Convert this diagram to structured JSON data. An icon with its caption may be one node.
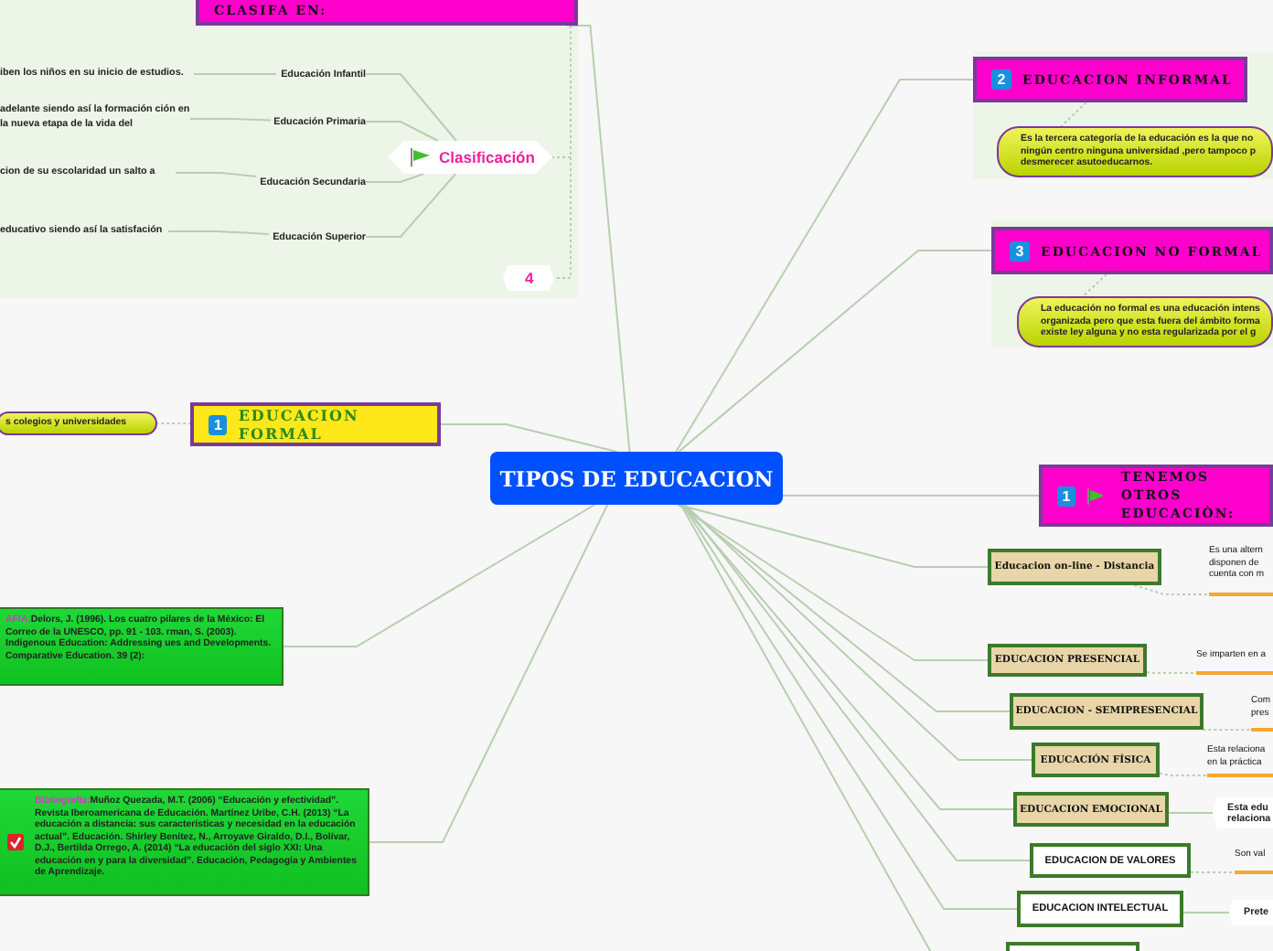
{
  "diagram": {
    "nodes": [
      {
        "text": [
          "TIPOS DE EDUCACION"
        ]
      },
      {
        "text": [
          "CLASIFA EN:"
        ]
      },
      {
        "text": [
          "Clasificación"
        ]
      },
      {
        "text": [
          "Educación Infantil"
        ]
      },
      {
        "text": [
          "Educación Primaria"
        ]
      },
      {
        "text": [
          "Educación Secundaria"
        ]
      },
      {
        "text": [
          "Educación Superior"
        ]
      },
      {
        "text": [
          "iben los niños en su inicio de estudios."
        ]
      },
      {
        "text": [
          "adelante siendo así la formación ción en la nueva etapa de la vida del"
        ]
      },
      {
        "text": [
          "cion de su escolaridad un salto a"
        ]
      },
      {
        "text": [
          "educativo siendo así la satisfación"
        ]
      },
      {
        "text": [
          "4"
        ]
      },
      {
        "text": [
          "1",
          "EDUCACION FORMAL"
        ]
      },
      {
        "text": [
          "s colegios y universidades"
        ]
      },
      {
        "text": [
          "AFIA:",
          "Delors, J. (1996). Los cuatro pilares de la México: El Correo de la UNESCO, pp. 91 - 103. rman, S. (2003). Indigenous Education: Addressing ues and Developments. Comparative Education. 39 (2):"
        ]
      },
      {
        "text": [
          "Bibliografia:",
          "Muñoz Quezada, M.T. (2006) “Educación y efectividad”. Revista Iberoamericana de Educación. Martínez Uribe, C.H. (2013) “La educación a distancia: sus características y necesidad en la educación actual”. Educación. Shirley Benítez, N., Arroyave Giraldo, D.I., Bolívar, D.J., Bertilda Orrego, A. (2014) “La educación del siglo XXI: Una educación en y para la diversidad”. Educación, Pedagogía y Ambientes de Aprendizaje."
        ]
      },
      {
        "text": [
          "2",
          "EDUCACION INFORMAL"
        ]
      },
      {
        "text": [
          "Es la tercera categoría de la educación es la que no ningún centro ninguna universidad ,pero tampoco p desmerecer asutoeducarnos."
        ]
      },
      {
        "text": [
          "3",
          "EDUCACION NO FORMAL"
        ]
      },
      {
        "text": [
          "La educación no formal es una educación intens organizada pero que esta fuera del ámbito forma existe ley alguna y no esta regularizada por el g"
        ]
      },
      {
        "text": [
          "1",
          "TENEMOS OTROS EDUCACIÒN:"
        ]
      },
      {
        "text": [
          "Educacion on-line - Distancia"
        ]
      },
      {
        "text": [
          "Es una altern disponen de cuenta con m"
        ]
      },
      {
        "text": [
          "EDUCACION PRESENCIAL"
        ]
      },
      {
        "text": [
          "Se imparten en a"
        ]
      },
      {
        "text": [
          "EDUCACION - SEMIPRESENCIAL"
        ]
      },
      {
        "text": [
          "Com pres"
        ]
      },
      {
        "text": [
          "EDUCACIÓN FÍSICA"
        ]
      },
      {
        "text": [
          "Esta relaciona en la práctica"
        ]
      },
      {
        "text": [
          "EDUCACION EMOCIONAL"
        ]
      },
      {
        "text": [
          "Esta edu relaciona"
        ]
      },
      {
        "text": [
          "EDUCACION DE VALORES"
        ]
      },
      {
        "text": [
          "Son val"
        ]
      },
      {
        "text": [
          "EDUCACION INTELECTUAL"
        ]
      },
      {
        "text": [
          "Prete"
        ]
      },
      {
        "text": [],
        "shape": "box"
      }
    ],
    "edges": [
      {
        "from": 0,
        "to": 1,
        "arrow": "none"
      },
      {
        "from": 1,
        "to": 2,
        "arrow": "none",
        "style": "dashed"
      },
      {
        "from": 1,
        "to": 11,
        "arrow": "none",
        "style": "dashed"
      },
      {
        "from": 2,
        "to": 3,
        "arrow": "none"
      },
      {
        "from": 2,
        "to": 4,
        "arrow": "none"
      },
      {
        "from": 2,
        "to": 5,
        "arrow": "none"
      },
      {
        "from": 2,
        "to": 6,
        "arrow": "none"
      },
      {
        "from": 3,
        "to": 7,
        "arrow": "none"
      },
      {
        "from": 4,
        "to": 8,
        "arrow": "none"
      },
      {
        "from": 5,
        "to": 9,
        "arrow": "none"
      },
      {
        "from": 6,
        "to": 10,
        "arrow": "none"
      },
      {
        "from": 0,
        "to": 12,
        "arrow": "none"
      },
      {
        "from": 12,
        "to": 13,
        "arrow": "none",
        "style": "dashed"
      },
      {
        "from": 0,
        "to": 14,
        "arrow": "none"
      },
      {
        "from": 0,
        "to": 15,
        "arrow": "none"
      },
      {
        "from": 0,
        "to": 16,
        "arrow": "none"
      },
      {
        "from": 16,
        "to": 17,
        "arrow": "none",
        "style": "dashed"
      },
      {
        "from": 0,
        "to": 18,
        "arrow": "none"
      },
      {
        "from": 18,
        "to": 19,
        "arrow": "none",
        "style": "dashed"
      },
      {
        "from": 0,
        "to": 20,
        "arrow": "none"
      },
      {
        "from": 0,
        "to": 21,
        "arrow": "none"
      },
      {
        "from": 21,
        "to": 22,
        "arrow": "none",
        "style": "dashed"
      },
      {
        "from": 0,
        "to": 23,
        "arrow": "none"
      },
      {
        "from": 23,
        "to": 24,
        "arrow": "none",
        "style": "dashed"
      },
      {
        "from": 0,
        "to": 25,
        "arrow": "none"
      },
      {
        "from": 25,
        "to": 26,
        "arrow": "none",
        "style": "dashed"
      },
      {
        "from": 0,
        "to": 27,
        "arrow": "none"
      },
      {
        "from": 27,
        "to": 28,
        "arrow": "none",
        "style": "dashed"
      },
      {
        "from": 0,
        "to": 29,
        "arrow": "none"
      },
      {
        "from": 29,
        "to": 30,
        "arrow": "none"
      },
      {
        "from": 0,
        "to": 31,
        "arrow": "none"
      },
      {
        "from": 31,
        "to": 32,
        "arrow": "none",
        "style": "dashed"
      },
      {
        "from": 0,
        "to": 33,
        "arrow": "none"
      },
      {
        "from": 33,
        "to": 34,
        "arrow": "none"
      },
      {
        "from": 0,
        "to": 35,
        "arrow": "none"
      }
    ]
  }
}
